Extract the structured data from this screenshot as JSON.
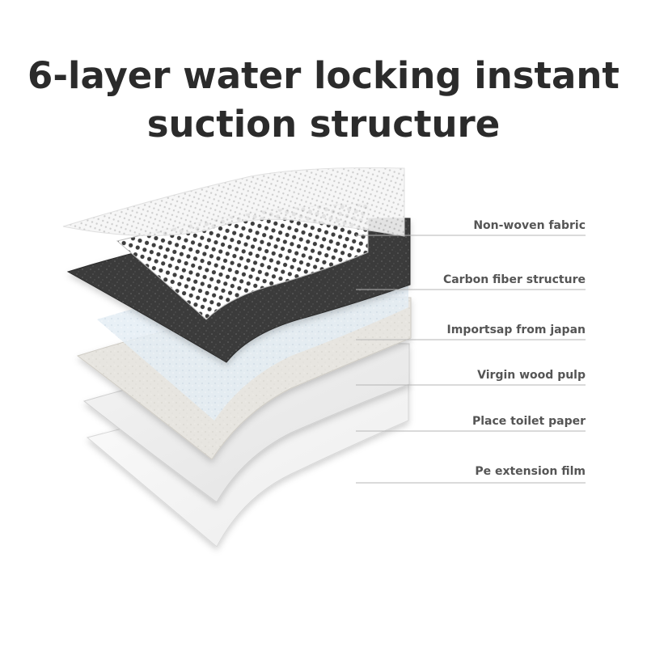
{
  "title": {
    "line1": "6-layer water locking instant",
    "line2": "suction structure"
  },
  "layers": [
    {
      "label": "Non-woven fabric"
    },
    {
      "label": "Carbon fiber structure"
    },
    {
      "label": "Importsap from japan"
    },
    {
      "label": "Virgin wood pulp"
    },
    {
      "label": "Place toilet paper"
    },
    {
      "label": "Pe extension film"
    }
  ],
  "colors": {
    "title": "#2b2b2b",
    "label": "#555555",
    "leader_line": "#b5b5b5",
    "carbon_layer": "#3a3a3a",
    "pulp_layer": "#e6e4df",
    "paper_layer": "#f0f0f0",
    "film_layer": "#f7f7f7",
    "sap_layer": "#dfeaf2"
  }
}
